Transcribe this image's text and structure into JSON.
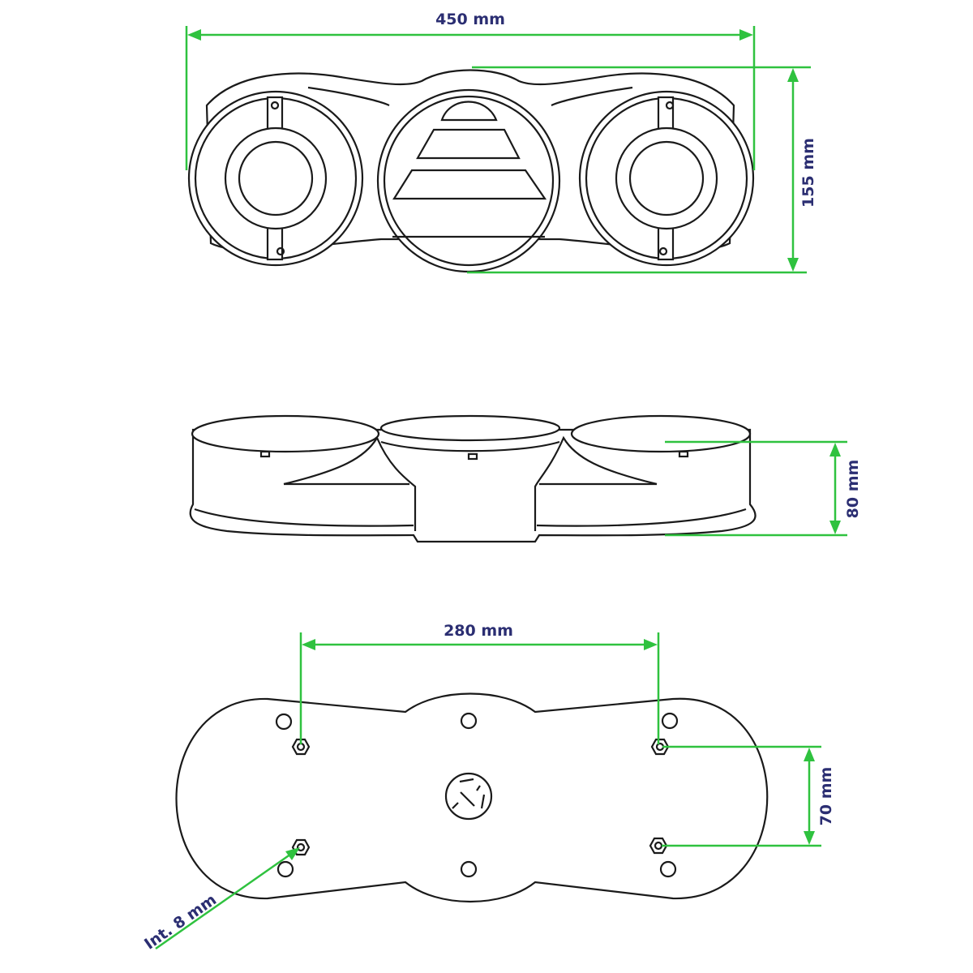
{
  "dimensions": {
    "width": "450 mm",
    "height": "155 mm",
    "depth": "80 mm",
    "bolt_spacing_horizontal": "280 mm",
    "bolt_spacing_vertical": "70 mm",
    "thread": "Int. 8 mm"
  },
  "colors": {
    "dimension_line": "#2fc23f",
    "label_text": "#2b2e72",
    "outline": "#1a1a1a"
  }
}
